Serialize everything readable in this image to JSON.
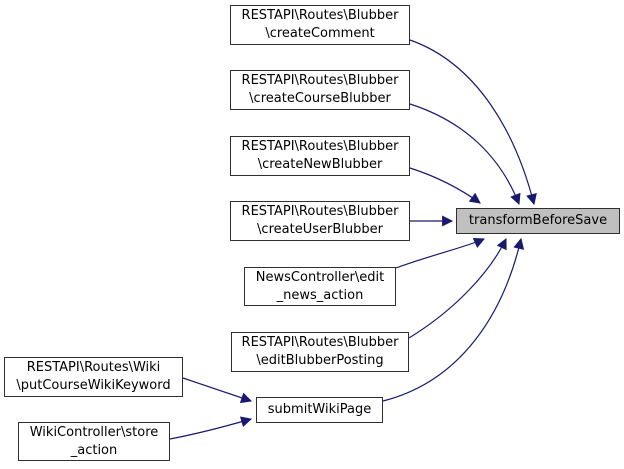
{
  "diagram": {
    "type": "call-graph",
    "focus_node": "transformBeforeSave",
    "colors": {
      "edge": "#191970",
      "node-fill": "#ffffff",
      "focus-fill": "#c0c0c0",
      "border": "#2f2f2f",
      "background": "#ffffff",
      "text": "#000000"
    },
    "nodes": {
      "createComment": {
        "line1": "RESTAPI\\Routes\\Blubber",
        "line2": "\\createComment"
      },
      "createCourseBlubber": {
        "line1": "RESTAPI\\Routes\\Blubber",
        "line2": "\\createCourseBlubber"
      },
      "createNewBlubber": {
        "line1": "RESTAPI\\Routes\\Blubber",
        "line2": "\\createNewBlubber"
      },
      "createUserBlubber": {
        "line1": "RESTAPI\\Routes\\Blubber",
        "line2": "\\createUserBlubber"
      },
      "editNewsAction": {
        "line1": "NewsController\\edit",
        "line2": "_news_action"
      },
      "editBlubberPosting": {
        "line1": "RESTAPI\\Routes\\Blubber",
        "line2": "\\editBlubberPosting"
      },
      "putCourseWikiKeyword": {
        "line1": "RESTAPI\\Routes\\Wiki",
        "line2": "\\putCourseWikiKeyword"
      },
      "storeAction": {
        "line1": "WikiController\\store",
        "line2": "_action"
      },
      "submitWikiPage": {
        "line1": "submitWikiPage"
      },
      "transformBeforeSave": {
        "line1": "transformBeforeSave"
      }
    },
    "edges": [
      {
        "from": "RESTAPI\\Routes\\Blubber\\createComment",
        "to": "transformBeforeSave"
      },
      {
        "from": "RESTAPI\\Routes\\Blubber\\createCourseBlubber",
        "to": "transformBeforeSave"
      },
      {
        "from": "RESTAPI\\Routes\\Blubber\\createNewBlubber",
        "to": "transformBeforeSave"
      },
      {
        "from": "RESTAPI\\Routes\\Blubber\\createUserBlubber",
        "to": "transformBeforeSave"
      },
      {
        "from": "NewsController\\edit_news_action",
        "to": "transformBeforeSave"
      },
      {
        "from": "RESTAPI\\Routes\\Blubber\\editBlubberPosting",
        "to": "transformBeforeSave"
      },
      {
        "from": "submitWikiPage",
        "to": "transformBeforeSave"
      },
      {
        "from": "RESTAPI\\Routes\\Wiki\\putCourseWikiKeyword",
        "to": "submitWikiPage"
      },
      {
        "from": "WikiController\\store_action",
        "to": "submitWikiPage"
      }
    ]
  }
}
